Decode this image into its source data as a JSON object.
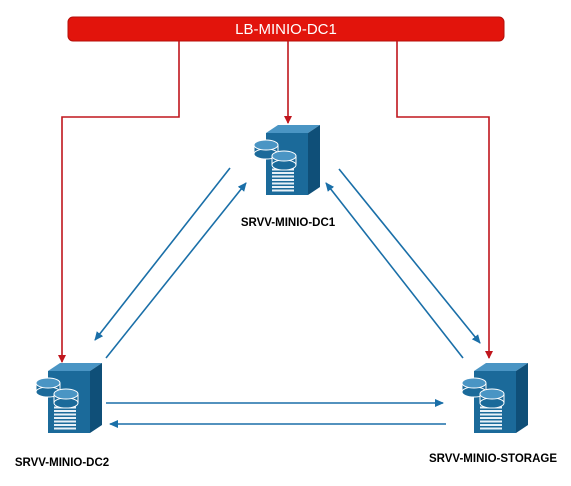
{
  "colors": {
    "lb_fill": "#e2140c",
    "lb_stroke": "#b50f0a",
    "lb_text": "#ffffff",
    "lb_link": "#c0161d",
    "replication_link": "#1a6fa8",
    "server_body": "#1b6a9a",
    "server_dark": "#0f4f78",
    "server_light": "#4a95c4"
  },
  "icons": {
    "server": "server-tower-with-database-icon"
  },
  "load_balancer": {
    "label": "LB-MINIO-DC1"
  },
  "nodes": [
    {
      "id": "dc1",
      "label": "SRVV-MINIO-DC1"
    },
    {
      "id": "dc2",
      "label": "SRVV-MINIO-DC2"
    },
    {
      "id": "storage",
      "label": "SRVV-MINIO-STORAGE"
    }
  ],
  "edges": [
    {
      "from": "load_balancer",
      "to": "dc1",
      "kind": "load-balancing"
    },
    {
      "from": "load_balancer",
      "to": "dc2",
      "kind": "load-balancing"
    },
    {
      "from": "load_balancer",
      "to": "storage",
      "kind": "load-balancing"
    },
    {
      "from": "dc1",
      "to": "dc2",
      "kind": "replication"
    },
    {
      "from": "dc2",
      "to": "dc1",
      "kind": "replication"
    },
    {
      "from": "dc1",
      "to": "storage",
      "kind": "replication"
    },
    {
      "from": "storage",
      "to": "dc1",
      "kind": "replication"
    },
    {
      "from": "dc2",
      "to": "storage",
      "kind": "replication"
    },
    {
      "from": "storage",
      "to": "dc2",
      "kind": "replication"
    }
  ]
}
